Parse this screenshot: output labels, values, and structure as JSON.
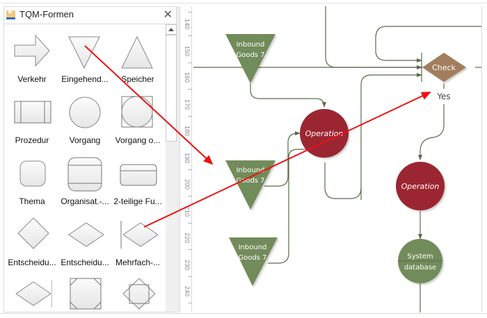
{
  "panel": {
    "title": "TQM-Formen",
    "close_icon": "close-icon",
    "shapes": [
      {
        "label": "Verkehr",
        "icon": "arrow-right-shape"
      },
      {
        "label": "Eingehend...",
        "icon": "inverted-triangle-shape"
      },
      {
        "label": "Speicher",
        "icon": "triangle-shape"
      },
      {
        "label": "Prozedur",
        "icon": "procedure-rectangle-shape"
      },
      {
        "label": "Vorgang",
        "icon": "circle-shape"
      },
      {
        "label": "Vorgang o...",
        "icon": "circle-in-square-shape"
      },
      {
        "label": "Thema",
        "icon": "rounded-square-shape"
      },
      {
        "label": "Organisat.-...",
        "icon": "organization-shape"
      },
      {
        "label": "2-teilige Fu...",
        "icon": "two-part-function-shape"
      },
      {
        "label": "Entscheidu...",
        "icon": "decision-diamond-shape"
      },
      {
        "label": "Entscheidu...",
        "icon": "decision-flat-diamond-shape"
      },
      {
        "label": "Mehrfach-...",
        "icon": "multi-decision-shape"
      },
      {
        "label": "",
        "icon": "diamond-bar-right-shape"
      },
      {
        "label": "",
        "icon": "octagon-square-shape"
      },
      {
        "label": "",
        "icon": "diamond-square-shape"
      }
    ]
  },
  "ruler": {
    "labels": [
      "140",
      "150",
      "160",
      "170",
      "180",
      "190",
      "200",
      "210",
      "220",
      "230",
      "240"
    ]
  },
  "diagram": {
    "colors": {
      "inbound": "#728b5a",
      "operation": "#9b2633",
      "check": "#a27e5e",
      "database": "#728b5a",
      "connector": "#5a6b48",
      "annotation": "#ee1111"
    },
    "nodes": {
      "inbound1": {
        "line1": "Inbound",
        "line2": "Goods 7"
      },
      "inbound2": {
        "line1": "Inbound",
        "line2": "Goods 7"
      },
      "inbound3": {
        "line1": "Inbound",
        "line2": "Goods 7"
      },
      "operation1": {
        "label": "Operation"
      },
      "operation2": {
        "label": "Operation"
      },
      "check": {
        "label": "Check"
      },
      "check_yes": {
        "label": "Yes"
      },
      "database": {
        "line1": "System",
        "line2": "database"
      }
    }
  }
}
